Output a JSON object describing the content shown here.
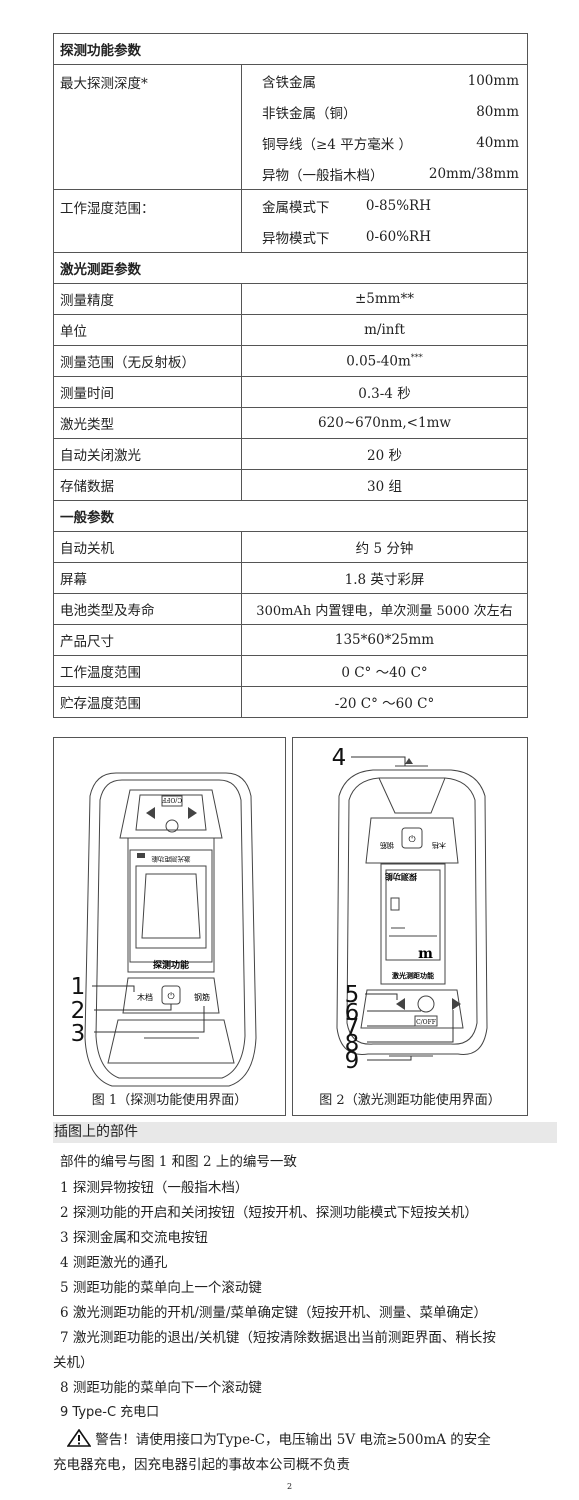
{
  "table": {
    "detect_section": "探测功能参数",
    "max_depth_label": "最大探测深度*",
    "depth_rows": [
      {
        "name": "含铁金属",
        "value": "100mm"
      },
      {
        "name": "非铁金属（铜）",
        "value": "80mm"
      },
      {
        "name": "铜导线（≥4 平方毫米 ）",
        "value": "40mm"
      },
      {
        "name": "异物（一般指木档）",
        "value": "20mm/38mm"
      }
    ],
    "humidity_label": "工作湿度范围：",
    "humidity_rows": [
      {
        "name": "金属模式下",
        "value": "0-85%RH"
      },
      {
        "name": "异物模式下",
        "value": "0-60%RH"
      }
    ],
    "laser_section": "激光测距参数",
    "laser_rows": [
      {
        "k": "测量精度",
        "v": "±5mm**"
      },
      {
        "k": "单位",
        "v": "m/inft"
      },
      {
        "k": "测量范围（无反射板）",
        "v": "0.05-40m",
        "sup": "***"
      },
      {
        "k": "测量时间",
        "v": "0.3-4 秒"
      },
      {
        "k": "激光类型",
        "v": "620~670nm,<1mw"
      },
      {
        "k": "自动关闭激光",
        "v": "20 秒"
      },
      {
        "k": "存储数据",
        "v": "30 组"
      }
    ],
    "general_section": "一般参数",
    "general_rows": [
      {
        "k": "自动关机",
        "v": "约 5 分钟"
      },
      {
        "k": "屏幕",
        "v": "1.8 英寸彩屏"
      },
      {
        "k": "电池类型及寿命",
        "v": "300mAh 内置锂电，单次测量 5000 次左右"
      },
      {
        "k": "产品尺寸",
        "v": "135*60*25mm"
      },
      {
        "k": "工作温度范围",
        "v": "0 C° ～40 C°"
      },
      {
        "k": "贮存温度范围",
        "v": "-20 C° ～60 C°"
      }
    ]
  },
  "figure1": {
    "caption": "图 1（探测功能使用界面）",
    "button_text": "C/OFF",
    "screen_title": "激光测距功能",
    "screen_func": "探测功能",
    "wood_label": "木档",
    "steel_label": "钢筋",
    "callouts": [
      "1",
      "2",
      "3"
    ]
  },
  "figure2": {
    "caption": "图 2（激光测距功能使用界面）",
    "screen_title": "探测功能",
    "screen_func": "激光测距功能",
    "unit": "m",
    "button_text": "C/OFF",
    "steel_label": "钢筋",
    "wood_label": "木档",
    "callouts": [
      "4",
      "5",
      "6",
      "7",
      "8",
      "9"
    ]
  },
  "parts": {
    "title": "插图上的部件",
    "intro": "部件的编号与图 1 和图 2 上的编号一致",
    "items": [
      "1  探测异物按钮（一般指木档）",
      "2  探测功能的开启和关闭按钮（短按开机、探测功能模式下短按关机）",
      "3  探测金属和交流电按钮",
      "4  测距激光的通孔",
      "5 测距功能的菜单向上一个滚动键",
      "6  激光测距功能的开机/测量/菜单确定键（短按开机、测量、菜单确定）",
      "7  激光测距功能的退出/关机键（短按清除数据退出当前测距界面、稍长按",
      "关机）",
      "8 测距功能的菜单向下一个滚动键",
      "9 Type-C 充电口"
    ],
    "warning_line1": "警告！请使用接口为Type-C，电压输出 5V  电流≥500mA 的安全",
    "warning_line2": "充电器充电，因充电器引起的事故本公司概不负责"
  },
  "page_number": "2"
}
